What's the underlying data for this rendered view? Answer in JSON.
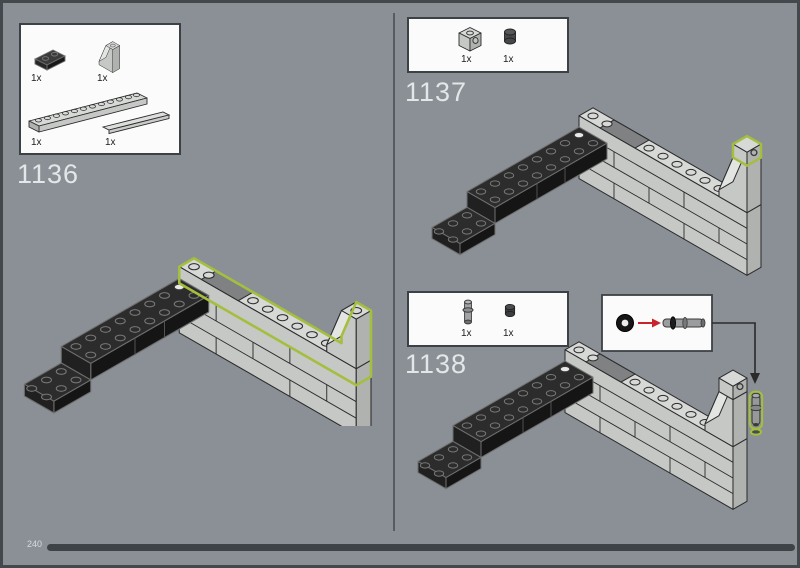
{
  "page": {
    "number": "240"
  },
  "colors": {
    "background": "#8a9096",
    "border": "#43484d",
    "highlight_green": "#a4be3d",
    "arrow_red": "#c9232b",
    "parts_box_bg": "#fbfbfb"
  },
  "steps": {
    "s1136": {
      "label": "1136",
      "parts": [
        {
          "qty": "1x",
          "piece": "dark-plate-1x2"
        },
        {
          "qty": "1x",
          "piece": "slope-brick-2x2"
        },
        {
          "qty": "1x",
          "piece": "brick-1x12"
        },
        {
          "qty": "1x",
          "piece": "flat-tile-1x8"
        }
      ]
    },
    "s1137": {
      "label": "1137",
      "parts": [
        {
          "qty": "1x",
          "piece": "brick-1x1-side-stud"
        },
        {
          "qty": "1x",
          "piece": "round-plate-dark"
        }
      ]
    },
    "s1138": {
      "label": "1138",
      "parts": [
        {
          "qty": "1x",
          "piece": "pin-with-stud"
        },
        {
          "qty": "1x",
          "piece": "round-ring-dark"
        }
      ]
    }
  }
}
